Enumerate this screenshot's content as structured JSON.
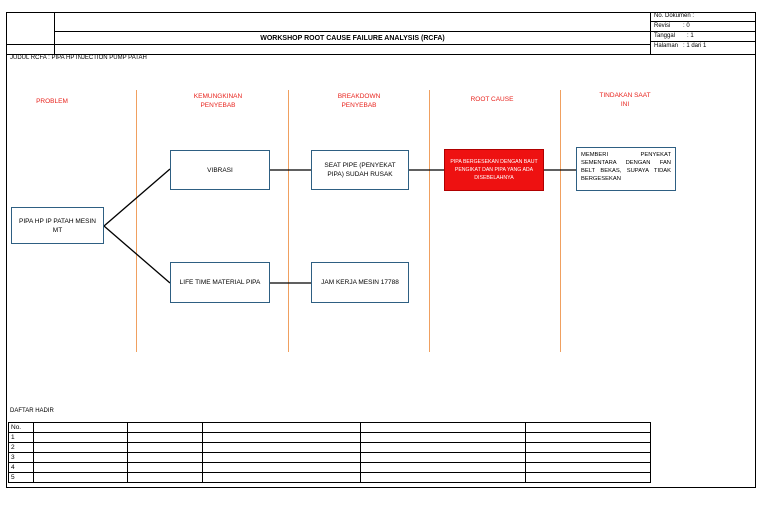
{
  "header": {
    "title": "WORKSHOP ROOT CAUSE FAILURE ANALYSIS (RCFA)",
    "meta": [
      {
        "label": "No. Dokumen :",
        "value": ""
      },
      {
        "label": "Revisi",
        "value": ": 0"
      },
      {
        "label": "Tanggal",
        "value": ": 1"
      },
      {
        "label": "Halaman",
        "value": ": 1 dari 1"
      }
    ]
  },
  "subject_line": "JUDUL RCFA  : PIPA HP INJECTION PUMP PATAH",
  "columns": {
    "problem": "PROBLEM",
    "possible_cause": "KEMUNGKINAN PENYEBAB",
    "breakdown_cause": "BREAKDOWN PENYEBAB",
    "root_cause": "ROOT CAUSE",
    "current_action": "TINDAKAN SAAT INI"
  },
  "boxes": {
    "problem": "PIPA HP IP PATAH MESIN MT",
    "cause_1": "VIBRASI",
    "cause_2": "LIFE TIME MATERIAL PIPA",
    "breakdown_1": "SEAT PIPE (PENYEKAT PIPA) SUDAH RUSAK",
    "breakdown_2": "JAM KERJA MESIN 17788",
    "root_cause": "PIPA BERGESEKAN DENGAN BAUT PENGIKAT DAN PIPA YANG ADA DISEBELAHNYA",
    "action": "MEMBERI PENYEKAT SEMENTARA DENGAN FAN BELT BEKAS, SUPAYA TIDAK BERGESEKAN"
  },
  "attendance": {
    "title": "DAFTAR HADIR",
    "header": "No.",
    "rows": [
      "1",
      "2",
      "3",
      "4",
      "5"
    ]
  },
  "colors": {
    "root_cause_fill": "#ee1111",
    "heading_red": "#e8231d",
    "box_border": "#2e5f82",
    "divider": "#f0a060"
  }
}
